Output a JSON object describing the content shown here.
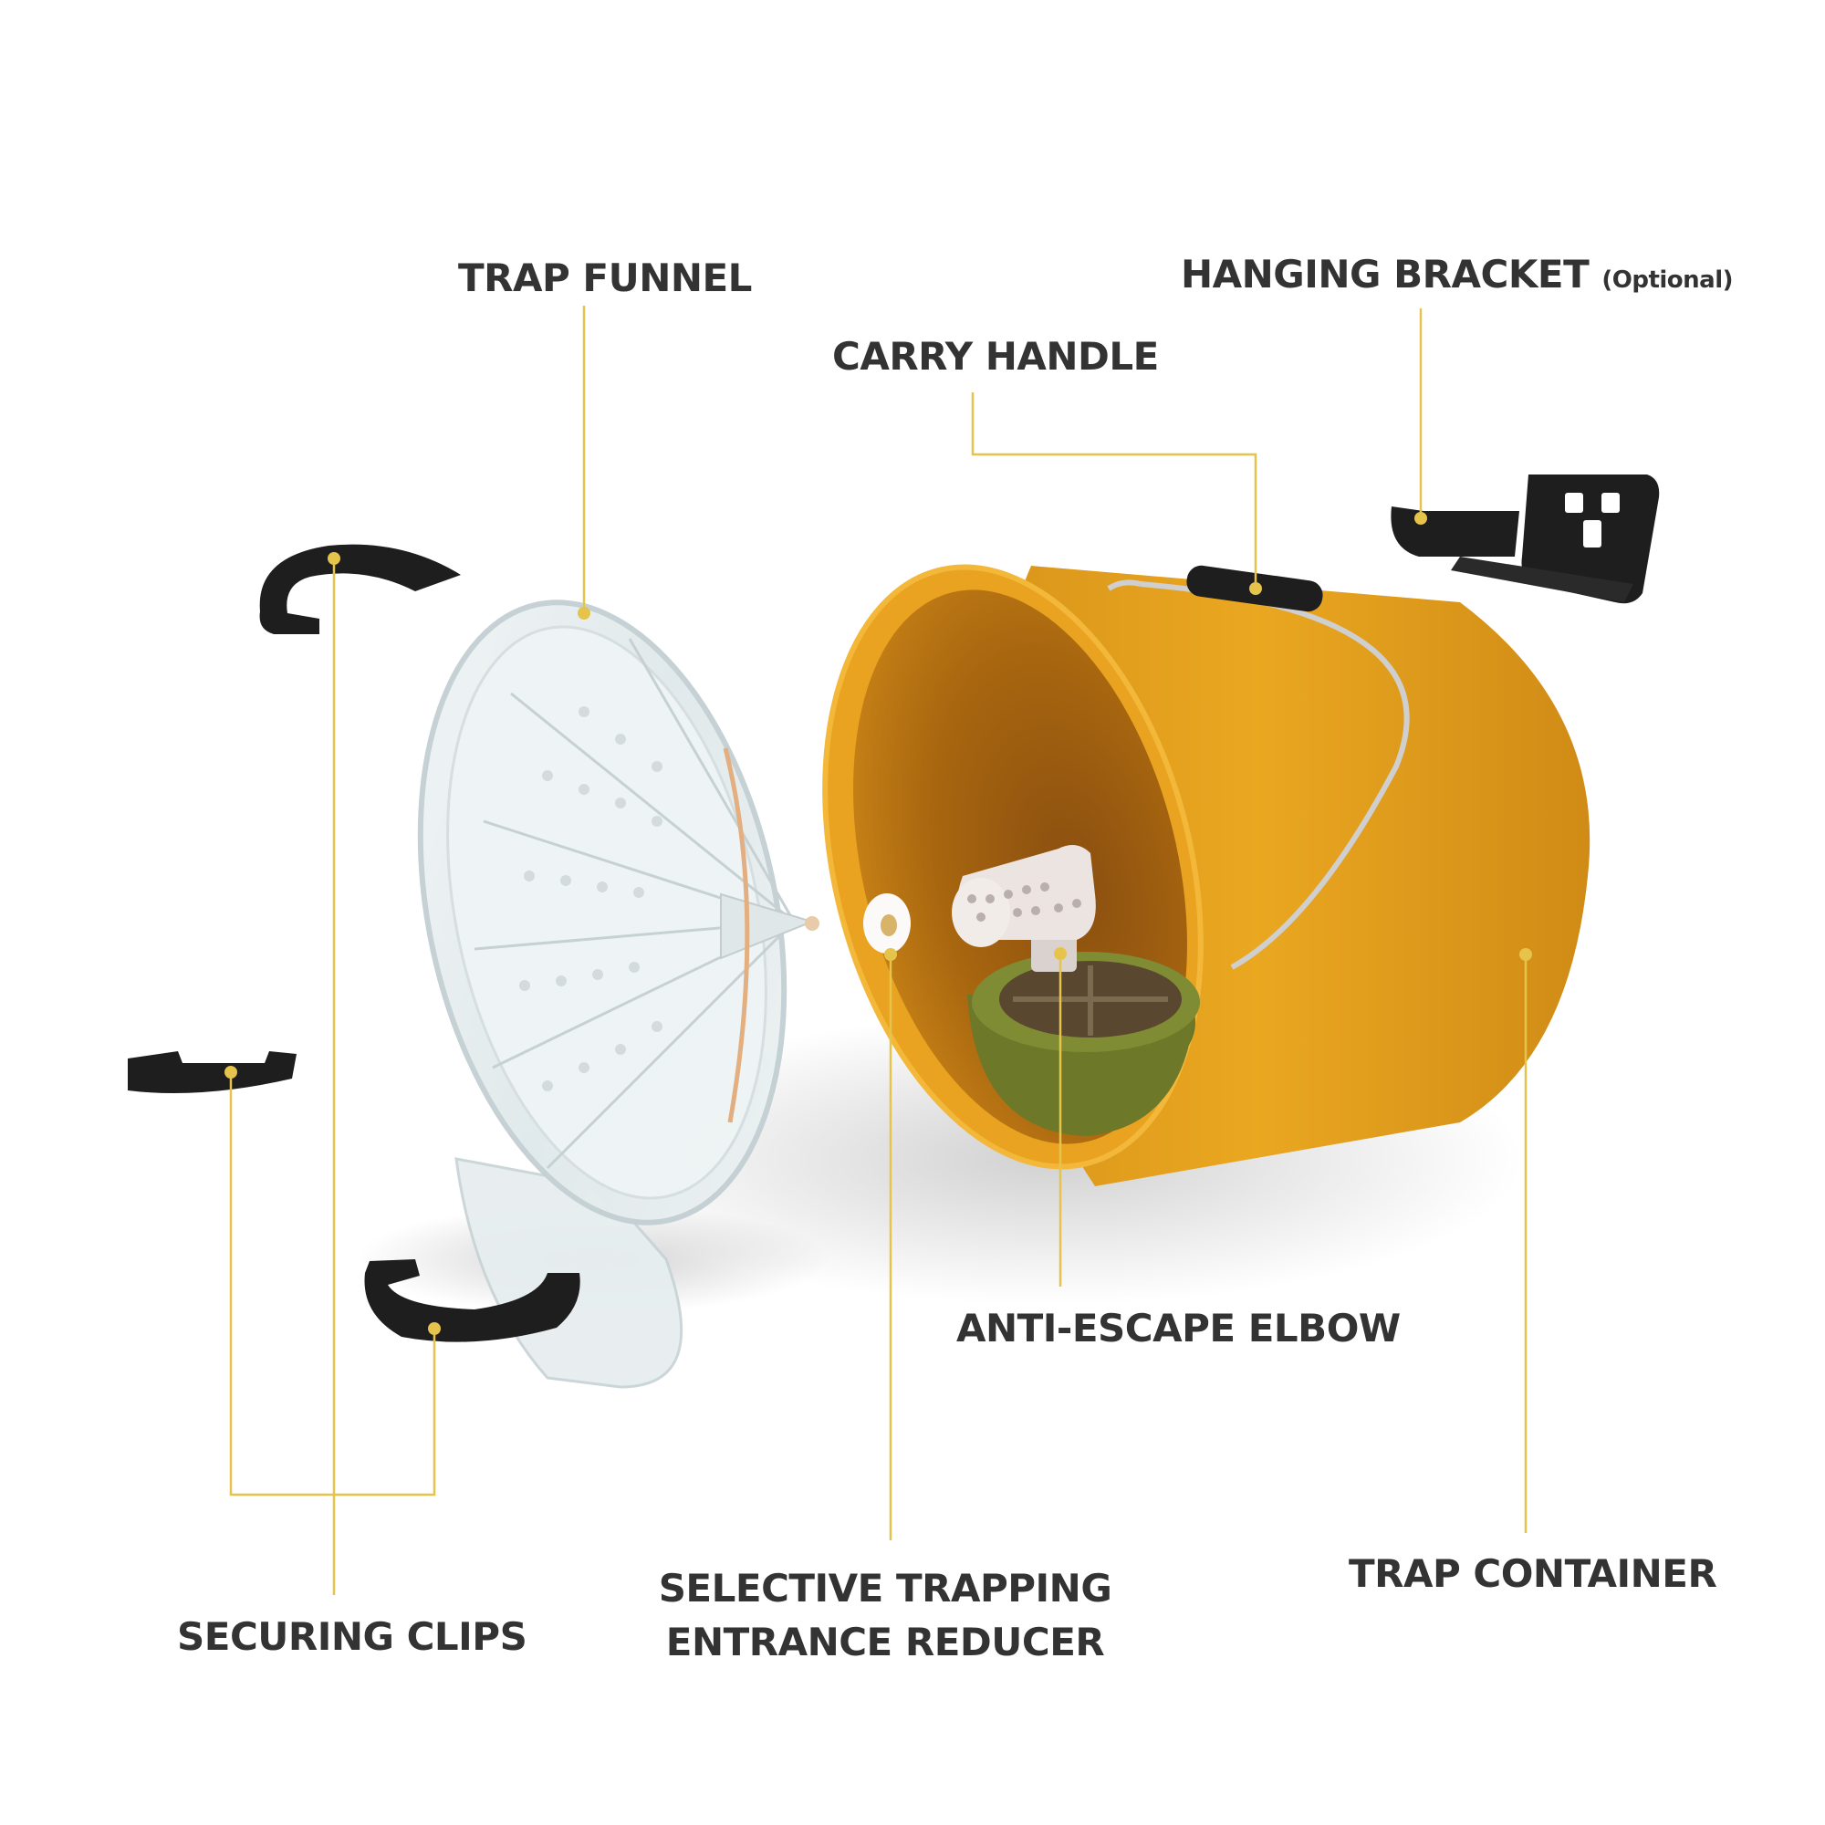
{
  "labels": {
    "trap_funnel": "TRAP FUNNEL",
    "hanging_bracket": "HANGING BRACKET",
    "hanging_bracket_note": "(Optional)",
    "carry_handle": "CARRY HANDLE",
    "anti_escape_elbow": "ANTI-ESCAPE ELBOW",
    "selective_line1": "SELECTIVE TRAPPING",
    "selective_line2": "ENTRANCE REDUCER",
    "trap_container": "TRAP CONTAINER",
    "securing_clips": "SECURING CLIPS"
  },
  "colors": {
    "leader": "#e6c34a",
    "container": "#e6a51e",
    "container_inner": "#b66f12",
    "clip": "#1e1e1e",
    "bait": "#7d8a32",
    "label_text": "#333333"
  }
}
